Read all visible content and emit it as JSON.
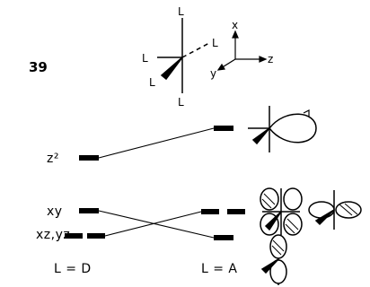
{
  "figure_number": "39",
  "molecule": {
    "ligand_labels": [
      "L",
      "L",
      "L",
      "L",
      "L"
    ]
  },
  "axes": {
    "x": "x",
    "y": "y",
    "z": "z"
  },
  "levels": {
    "z2": "z²",
    "xy": "xy",
    "xz_yz": "xz,yz"
  },
  "footer": {
    "left": "L = D",
    "right": "L = A"
  }
}
